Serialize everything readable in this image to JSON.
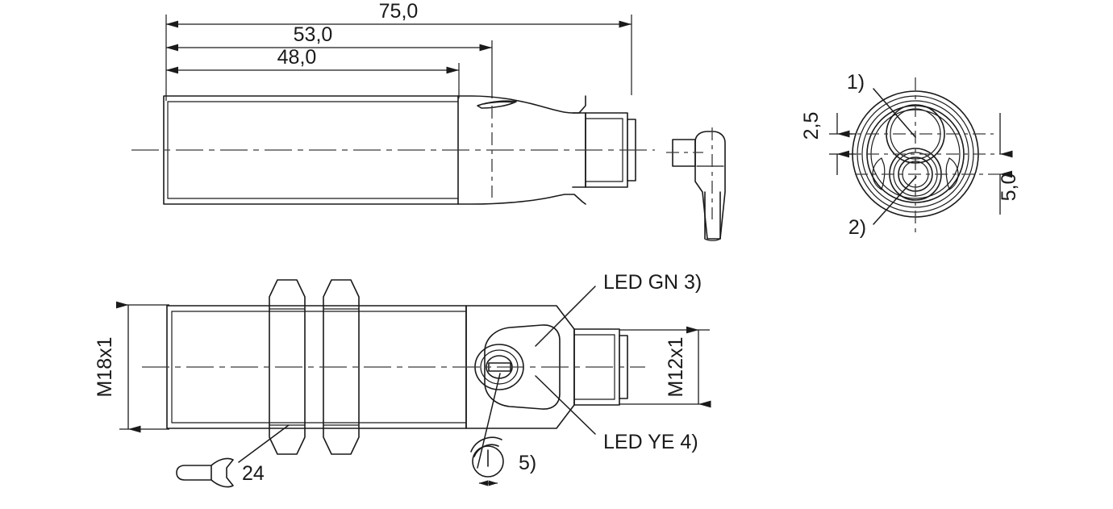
{
  "drawing": {
    "title": "Sensor dimensional drawing",
    "type": "technical-drawing",
    "units": "mm",
    "decimal_separator": ",",
    "views": [
      {
        "name": "top-view",
        "description": "Side elevation of cylindrical sensor body with M12 connector"
      },
      {
        "name": "cable-connector-view",
        "description": "Right-angle M12 cable connector with cable"
      },
      {
        "name": "front-view",
        "description": "Optical face with two lens elements"
      },
      {
        "name": "bottom-view",
        "description": "Side elevation with M18x1 thread, hex nuts, LEDs and potentiometer"
      }
    ]
  },
  "dimensions": {
    "overall_length": "75,0",
    "length_53": "53,0",
    "length_48": "48,0",
    "lens_offset_upper": "2,5",
    "lens_offset_lower": "5,0",
    "body_thread": "M18x1",
    "connector_thread": "M12x1",
    "wrench_size": "24"
  },
  "callouts": {
    "lens_1": "1)",
    "lens_2": "2)",
    "led_green": "LED GN 3)",
    "led_yellow": "LED YE 4)",
    "potentiometer": "5)"
  },
  "icons": {
    "wrench": "wrench-icon",
    "potentiometer_knob": "potentiometer-icon",
    "rotation_arc": "rotation-arc-icon",
    "adjust_arrow": "bidirectional-arrow-icon"
  },
  "colors": {
    "line": "#1a1a1a",
    "centerline": "#3a3a3a",
    "background": "#ffffff"
  }
}
